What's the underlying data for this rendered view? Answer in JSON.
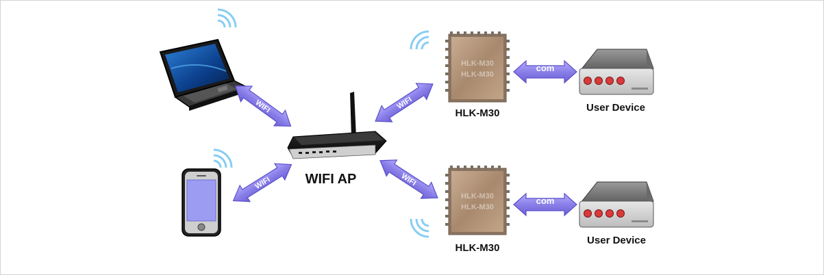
{
  "nodes": {
    "router": {
      "label": "WIFI AP"
    },
    "module_top": {
      "label": "HLK-M30",
      "chip_text_1": "HLK-M30",
      "chip_text_2": "HLK-M30"
    },
    "module_bottom": {
      "label": "HLK-M30",
      "chip_text_1": "HLK-M30",
      "chip_text_2": "HLK-M30"
    },
    "device_top": {
      "label": "User Device"
    },
    "device_bottom": {
      "label": "User Device"
    }
  },
  "links": {
    "laptop_router": "WIFI",
    "phone_router": "WIFI",
    "router_module_top": "WIFI",
    "router_module_bottom": "WIFI",
    "module_device_top": "com",
    "module_device_bottom": "com"
  },
  "colors": {
    "arrow_fill": "#8a7fe8",
    "arrow_stroke": "#5a4fc8",
    "wifi_wave": "#7fc8f0",
    "phone_screen": "#9c9cf2",
    "device_led": "#d83a3a",
    "chip_body": "#b89a7e"
  }
}
